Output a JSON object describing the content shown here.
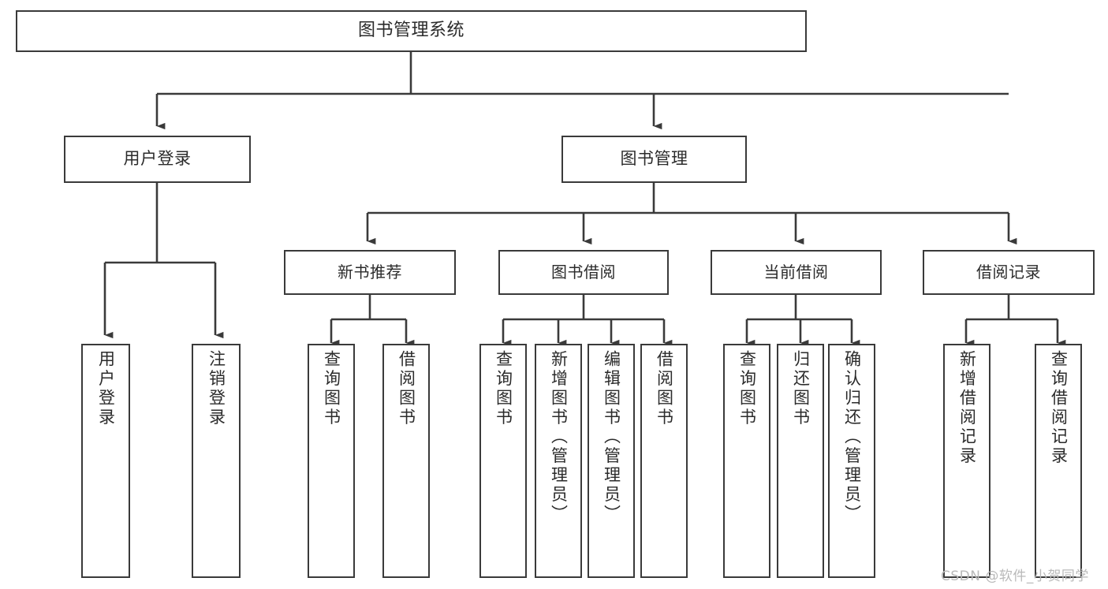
{
  "diagram": {
    "title": "图书管理系统",
    "type": "tree-hierarchy",
    "style": {
      "stroke": "#3a3a3a",
      "fill": "#ffffff",
      "text": "#2b2b2b",
      "watermark_color": "#b9b9b9"
    },
    "root": {
      "label": "图书管理系统"
    },
    "level2": [
      {
        "label": "用户登录"
      },
      {
        "label": "图书管理"
      }
    ],
    "user_login_children": [
      {
        "label": "用户登录"
      },
      {
        "label": "注销登录"
      }
    ],
    "level3": [
      {
        "label": "新书推荐"
      },
      {
        "label": "图书借阅"
      },
      {
        "label": "当前借阅"
      },
      {
        "label": "借阅记录"
      }
    ],
    "new_book_children": [
      {
        "label": "查询图书"
      },
      {
        "label": "借阅图书"
      }
    ],
    "book_borrow_children": [
      {
        "label": "查询图书"
      },
      {
        "label": "新增图书（管理员）"
      },
      {
        "label": "编辑图书（管理员）"
      },
      {
        "label": "借阅图书"
      }
    ],
    "current_borrow_children": [
      {
        "label": "查询图书"
      },
      {
        "label": "归还图书"
      },
      {
        "label": "确认归还（管理员）"
      }
    ],
    "borrow_record_children": [
      {
        "label": "新增借阅记录"
      },
      {
        "label": "查询借阅记录"
      }
    ]
  },
  "watermark": {
    "text": "CSDN @软件_小贺同学"
  }
}
